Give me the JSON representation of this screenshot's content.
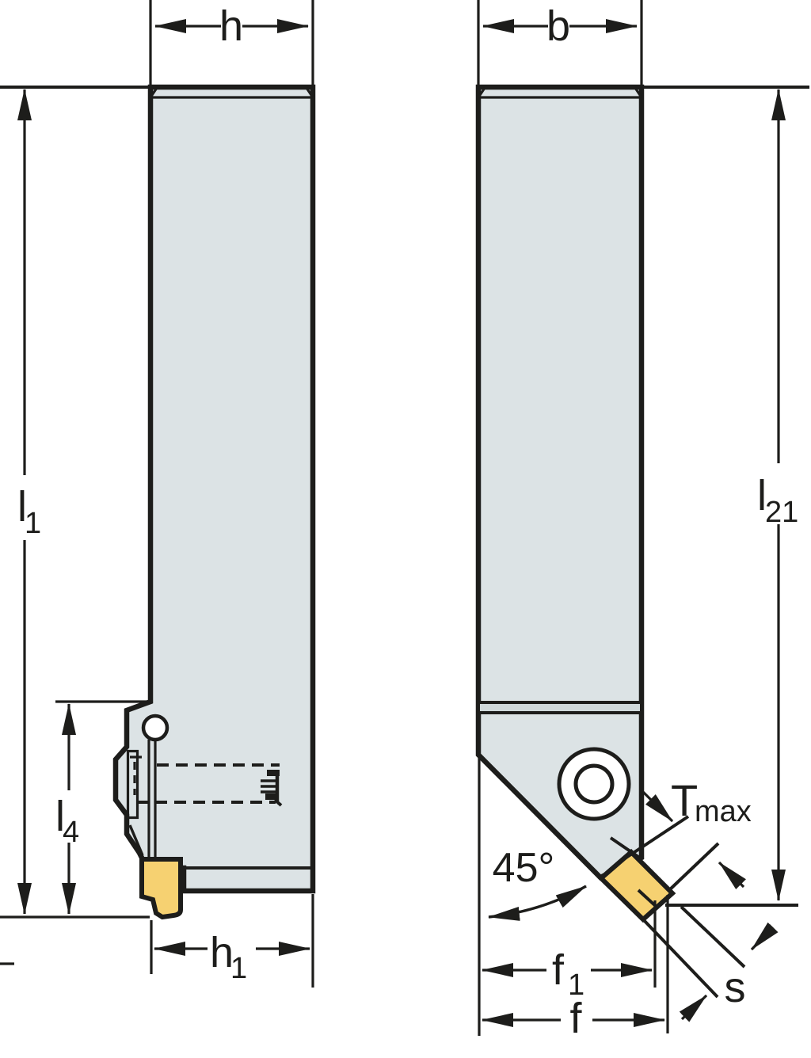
{
  "drawing_type": "tool-holder engineering drawing, two views",
  "labels": {
    "h": {
      "base": "h",
      "sub": ""
    },
    "b": {
      "base": "b",
      "sub": ""
    },
    "l1": {
      "base": "l",
      "sub": "1"
    },
    "l21": {
      "base": "l",
      "sub": "21"
    },
    "l4": {
      "base": "l",
      "sub": "4"
    },
    "h1": {
      "base": "h",
      "sub": "1"
    },
    "angle": {
      "base": "45°",
      "sub": ""
    },
    "tmax": {
      "base": "T",
      "sub": "max"
    },
    "f1": {
      "base": "f",
      "sub": "1"
    },
    "f": {
      "base": "f",
      "sub": ""
    },
    "s": {
      "base": "s",
      "sub": ""
    }
  },
  "colors": {
    "outline": "#1d1d1b",
    "body": "#dce3e5",
    "seam": "#cfd8da",
    "insert": "#f6d171",
    "background": "#ffffff"
  }
}
